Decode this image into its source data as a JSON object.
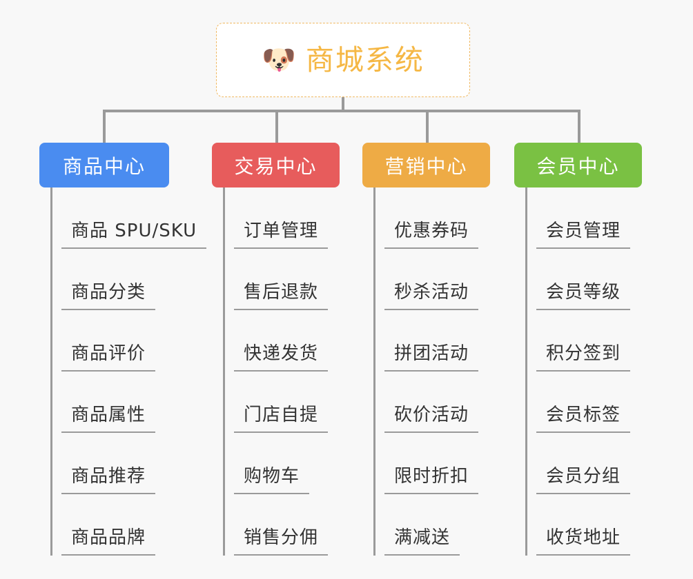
{
  "background_color": "#f8f8f8",
  "root": {
    "icon": "dog-face-emoji",
    "emoji": "🐶",
    "title": "商城系统",
    "border_color": "#f0b860",
    "text_color": "#f5b744"
  },
  "connector_color": "#9a9a9a",
  "columns": [
    {
      "key": "product-center",
      "header": "商品中心",
      "color": "#4a8cf0",
      "leaves": [
        "商品 SPU/SKU",
        "商品分类",
        "商品评价",
        "商品属性",
        "商品推荐",
        "商品品牌"
      ]
    },
    {
      "key": "trade-center",
      "header": "交易中心",
      "color": "#e75c5c",
      "leaves": [
        "订单管理",
        "售后退款",
        "快递发货",
        "门店自提",
        "购物车",
        "销售分佣"
      ]
    },
    {
      "key": "marketing-center",
      "header": "营销中心",
      "color": "#eeab45",
      "leaves": [
        "优惠券码",
        "秒杀活动",
        "拼团活动",
        "砍价活动",
        "限时折扣",
        "满减送"
      ]
    },
    {
      "key": "member-center",
      "header": "会员中心",
      "color": "#7ac143",
      "leaves": [
        "会员管理",
        "会员等级",
        "积分签到",
        "会员标签",
        "会员分组",
        "收货地址"
      ]
    }
  ]
}
